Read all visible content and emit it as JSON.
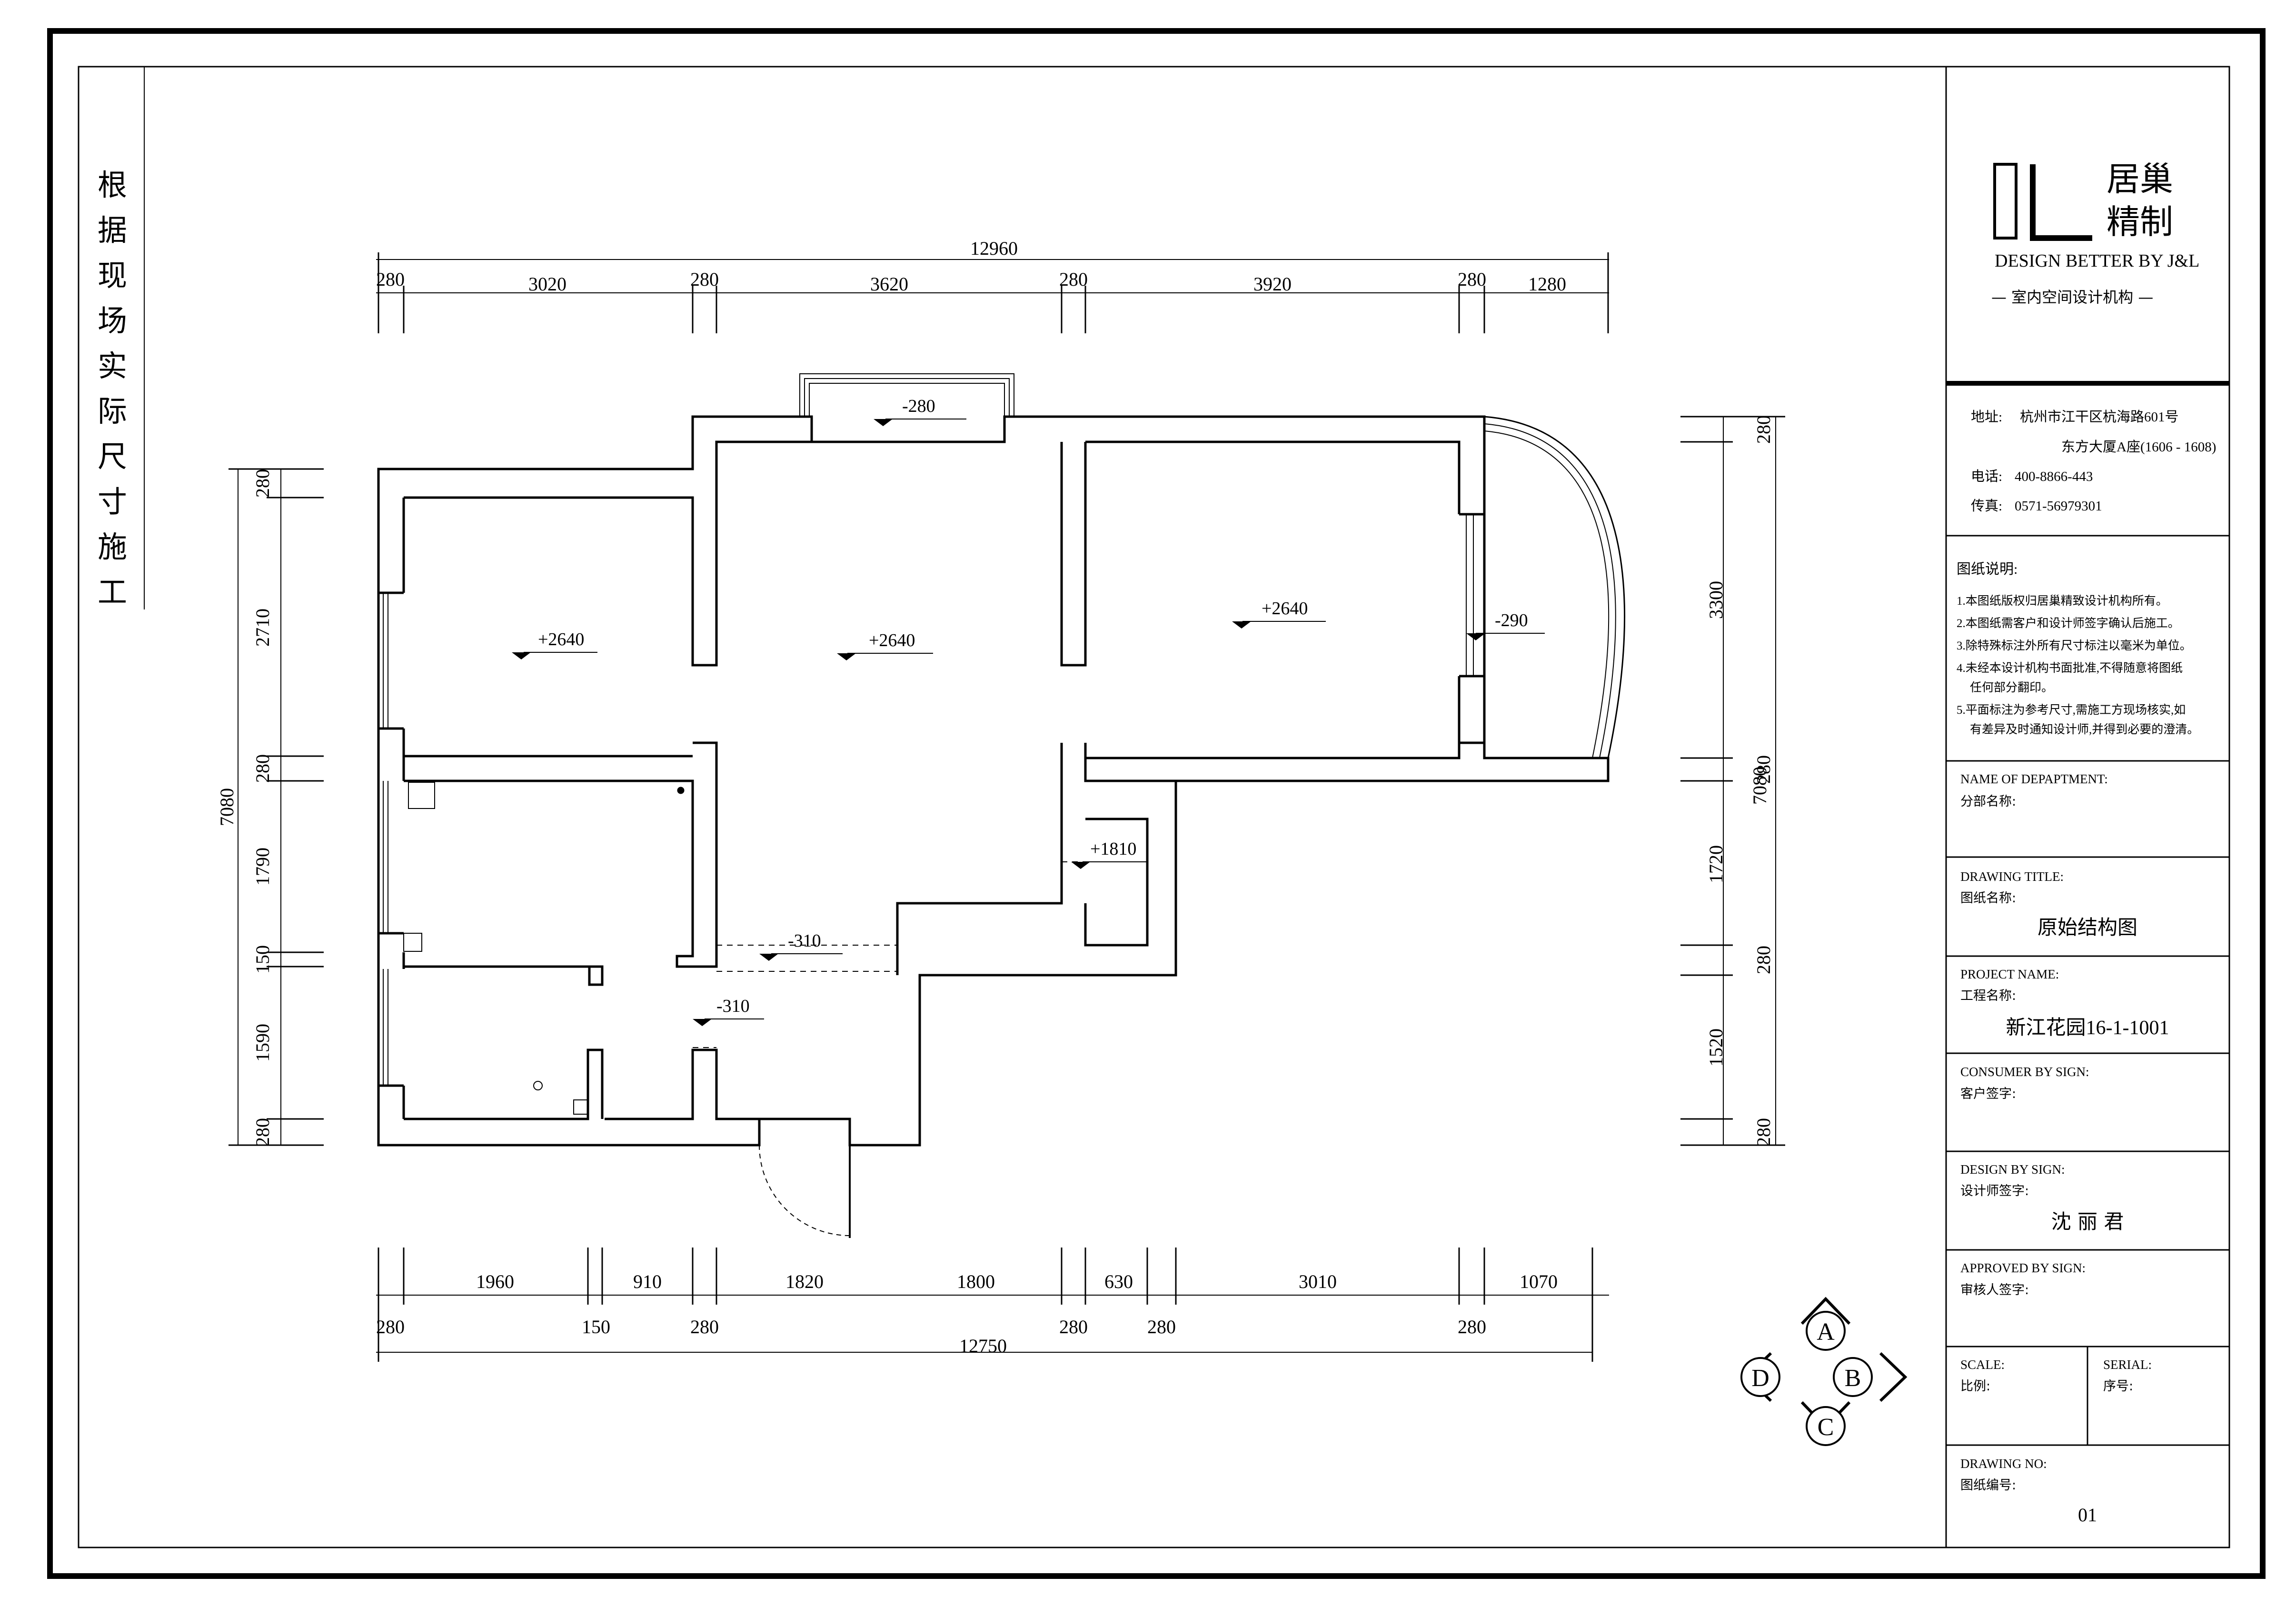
{
  "vertical_note": [
    "根",
    "据",
    "现",
    "场",
    "实",
    "际",
    "尺",
    "寸",
    "施",
    "工"
  ],
  "logo": {
    "brand_line1": "居巢",
    "brand_line2": "精制",
    "tagline": "DESIGN BETTER BY J&L",
    "subtitle": "— 室内空间设计机构 —"
  },
  "contact": {
    "address_label": "地址:",
    "address_line1": "杭州市江干区杭海路601号",
    "address_line2": "东方大厦A座(1606 - 1608)",
    "phone_label": "电话:",
    "phone": "400-8866-443",
    "fax_label": "传真:",
    "fax": "0571-56979301"
  },
  "notes": {
    "heading": "图纸说明:",
    "items": [
      "1.本图纸版权归居巢精致设计机构所有。",
      "2.本图纸需客户和设计师签字确认后施工。",
      "3.除特殊标注外所有尺寸标注以毫米为单位。",
      "4.未经本设计机构书面批准,不得随意将图纸",
      "任何部分翻印。",
      "5.平面标注为参考尺寸,需施工方现场核实,如",
      "有差异及时通知设计师,并得到必要的澄清。"
    ]
  },
  "title_block": {
    "department_en": "NAME OF DEPAPTMENT:",
    "department_cn": "分部名称:",
    "drawing_title_en": "DRAWING TITLE:",
    "drawing_title_cn": "图纸名称:",
    "drawing_title_value": "原始结构图",
    "project_en": "PROJECT NAME:",
    "project_cn": "工程名称:",
    "project_value": "新江花园16-1-1001",
    "consumer_en": "CONSUMER BY SIGN:",
    "consumer_cn": "客户签字:",
    "design_en": "DESIGN BY SIGN:",
    "design_cn": "设计师签字:",
    "design_value": "沈 丽 君",
    "approved_en": "APPROVED BY SIGN:",
    "approved_cn": "审核人签字:",
    "scale_en": "SCALE:",
    "scale_cn": "比例:",
    "serial_en": "SERIAL:",
    "serial_cn": "序号:",
    "drawing_no_en": "DRAWING NO:",
    "drawing_no_cn": "图纸编号:",
    "drawing_no_value": "01"
  },
  "compass": {
    "a": "A",
    "b": "B",
    "c": "C",
    "d": "D"
  },
  "dimensions": {
    "top_total": "12960",
    "top_row": [
      "280",
      "3020",
      "280",
      "3620",
      "280",
      "3920",
      "280",
      "1280"
    ],
    "bottom_upper": [
      "1960",
      "910",
      "1820",
      "1800",
      "630",
      "3010",
      "1070"
    ],
    "bottom_lower": [
      "280",
      "150",
      "280",
      "280",
      "280",
      "280"
    ],
    "bottom_total": "12750",
    "left_total": "7080",
    "left_row": [
      "280",
      "2710",
      "280",
      "1790",
      "150",
      "1590",
      "280"
    ],
    "right_row": [
      "280",
      "3300",
      "280",
      "1720",
      "280",
      "1520",
      "280"
    ],
    "right_total": "7080"
  },
  "levels": [
    "+2640",
    "+2640",
    "+2640",
    "-280",
    "-290",
    "+1810",
    "-310",
    "-310"
  ]
}
